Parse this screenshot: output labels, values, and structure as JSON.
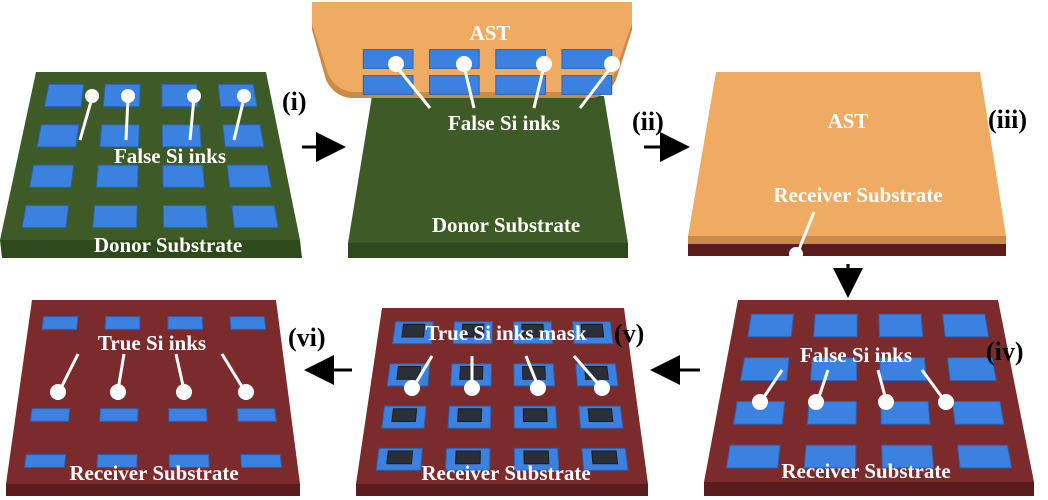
{
  "colors": {
    "donor_top": "#3e5a26",
    "donor_side": "#2e4a1c",
    "receiver_top": "#7b2b2b",
    "receiver_side": "#5a1c1c",
    "ast_top": "#f0ab63",
    "ast_side": "#c98a4a",
    "ink": "#3b82e0",
    "ink_dark": "#2a62b5",
    "mask": "#2b2f38",
    "pointer": "#ffffff",
    "arrow": "#000000",
    "label_text": "#ffffff",
    "step_text": "#000000"
  },
  "panels": [
    {
      "id": "i",
      "step_label": "(i)",
      "labels": [
        "False Si inks",
        "Donor Substrate"
      ]
    },
    {
      "id": "ii",
      "step_label": "(ii)",
      "labels": [
        "AST",
        "False Si inks",
        "Donor Substrate"
      ]
    },
    {
      "id": "iii",
      "step_label": "(iii)",
      "labels": [
        "AST",
        "Receiver Substrate"
      ]
    },
    {
      "id": "iv",
      "step_label": "(iv)",
      "labels": [
        "False Si inks",
        "Receiver Substrate"
      ]
    },
    {
      "id": "v",
      "step_label": "(v)",
      "labels": [
        "True Si inks mask",
        "Receiver Substrate"
      ]
    },
    {
      "id": "vi",
      "step_label": "(vi)",
      "labels": [
        "True Si inks",
        "Receiver Substrate"
      ]
    }
  ],
  "arrows": [
    {
      "from": "i",
      "to": "ii",
      "direction": "right"
    },
    {
      "from": "ii",
      "to": "iii",
      "direction": "right"
    },
    {
      "from": "iii",
      "to": "iv",
      "direction": "down"
    },
    {
      "from": "iv",
      "to": "v",
      "direction": "left"
    },
    {
      "from": "v",
      "to": "vi",
      "direction": "left"
    }
  ]
}
